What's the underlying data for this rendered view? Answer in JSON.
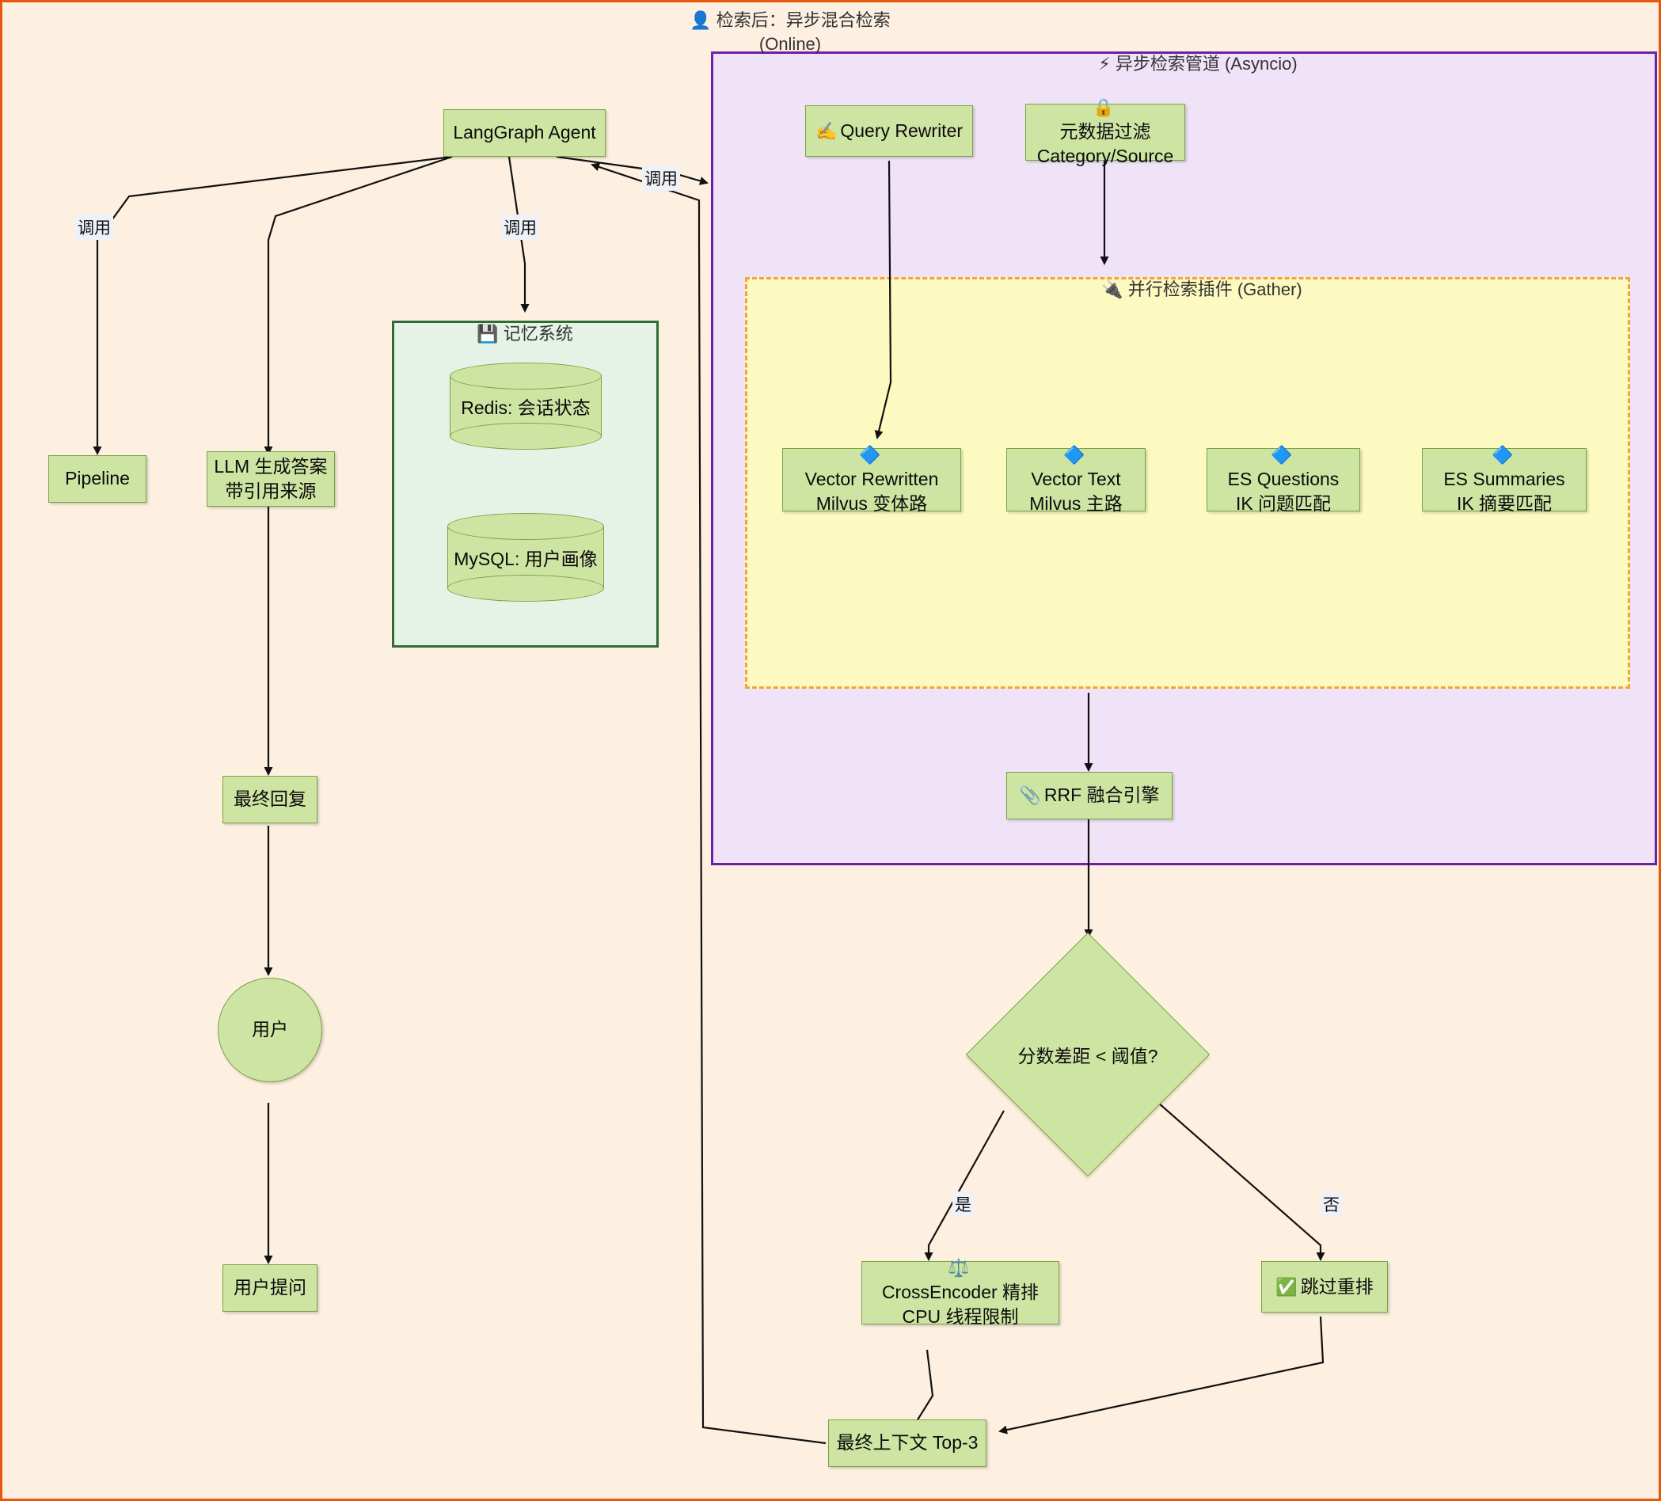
{
  "diagram": {
    "type": "flowchart",
    "background_color": "#fdf0e0",
    "frame_color": "#e8590c",
    "node_fill": "#cee4a3",
    "node_stroke": "#7aa344"
  },
  "subgraphs": {
    "online": {
      "title_line1": "👤 检索后：异步混合检索",
      "title_line2": "(Online)",
      "inner_title": "⚡ 异步检索管道 (Asyncio)",
      "border_color": "#6b21a8",
      "fill_color": "#f1e3f7"
    },
    "gather": {
      "title": "🔌 并行检索插件 (Gather)",
      "border_color": "#f2a33c",
      "fill_color": "#fcfac0"
    },
    "memory": {
      "title": "💾 记忆系统",
      "border_color": "#2e6b35",
      "fill_color": "#e4f3e6"
    }
  },
  "nodes": {
    "langgraph_agent": {
      "label": "LangGraph Agent"
    },
    "pipeline": {
      "label": "Pipeline"
    },
    "llm_answer": {
      "line1": "LLM 生成答案",
      "line2": "带引用来源"
    },
    "final_reply": {
      "label": "最终回复"
    },
    "user": {
      "label": "用户"
    },
    "user_question": {
      "label": "用户提问"
    },
    "redis": {
      "label": "Redis: 会话状态"
    },
    "mysql": {
      "label": "MySQL: 用户画像"
    },
    "query_rewriter": {
      "icon": "✍️",
      "label": "Query Rewriter"
    },
    "metadata_filter": {
      "icon": "🔒",
      "line1": "元数据过滤",
      "line2": "Category/Source"
    },
    "vector_rewritten": {
      "icon": "🔷",
      "line1": "Vector Rewritten",
      "line2": "Milvus 变体路"
    },
    "vector_text": {
      "icon": "🔷",
      "line1": "Vector Text",
      "line2": "Milvus 主路"
    },
    "es_questions": {
      "icon": "🔷",
      "line1": "ES Questions",
      "line2": "IK 问题匹配"
    },
    "es_summaries": {
      "icon": "🔷",
      "line1": "ES Summaries",
      "line2": "IK 摘要匹配"
    },
    "rrf": {
      "icon": "📎",
      "label": "RRF 融合引擎"
    },
    "decision": {
      "label": "分数差距 < 阈值?"
    },
    "cross_encoder": {
      "icon": "⚖️",
      "line1": "CrossEncoder 精排",
      "line2": "CPU 线程限制"
    },
    "skip_rerank": {
      "icon": "✅",
      "label": "跳过重排"
    },
    "final_context": {
      "label": "最终上下文 Top-3"
    }
  },
  "edge_labels": {
    "call_pipeline": "调用",
    "call_memory": "调用",
    "call_online": "调用",
    "yes": "是",
    "no": "否"
  }
}
